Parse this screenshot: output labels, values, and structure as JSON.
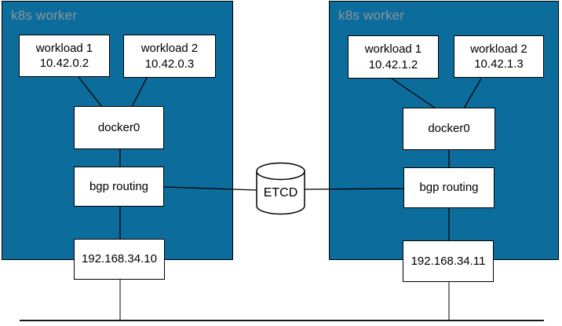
{
  "diagram": {
    "workers": [
      {
        "title": "k8s worker",
        "workload1_name": "workload 1",
        "workload1_ip": "10.42.0.2",
        "workload2_name": "workload 2",
        "workload2_ip": "10.42.0.3",
        "bridge_label": "docker0",
        "routing_label": "bgp routing",
        "host_ip": "192.168.34.10"
      },
      {
        "title": "k8s worker",
        "workload1_name": "workload 1",
        "workload1_ip": "10.42.1.2",
        "workload2_name": "workload 2",
        "workload2_ip": "10.42.1.3",
        "bridge_label": "docker0",
        "routing_label": "bgp routing",
        "host_ip": "192.168.34.11"
      }
    ],
    "etcd_label": "ETCD",
    "colors": {
      "worker_fill": "#0c6d9c",
      "worker_border": "#000000",
      "worker_title_text": "#8e959a",
      "node_fill": "#ffffff",
      "node_border": "#000000",
      "node_text": "#000000",
      "connector_line": "#000000",
      "network_line": "#1a1a1a",
      "host_drop_line": "#3f3f3f"
    }
  }
}
